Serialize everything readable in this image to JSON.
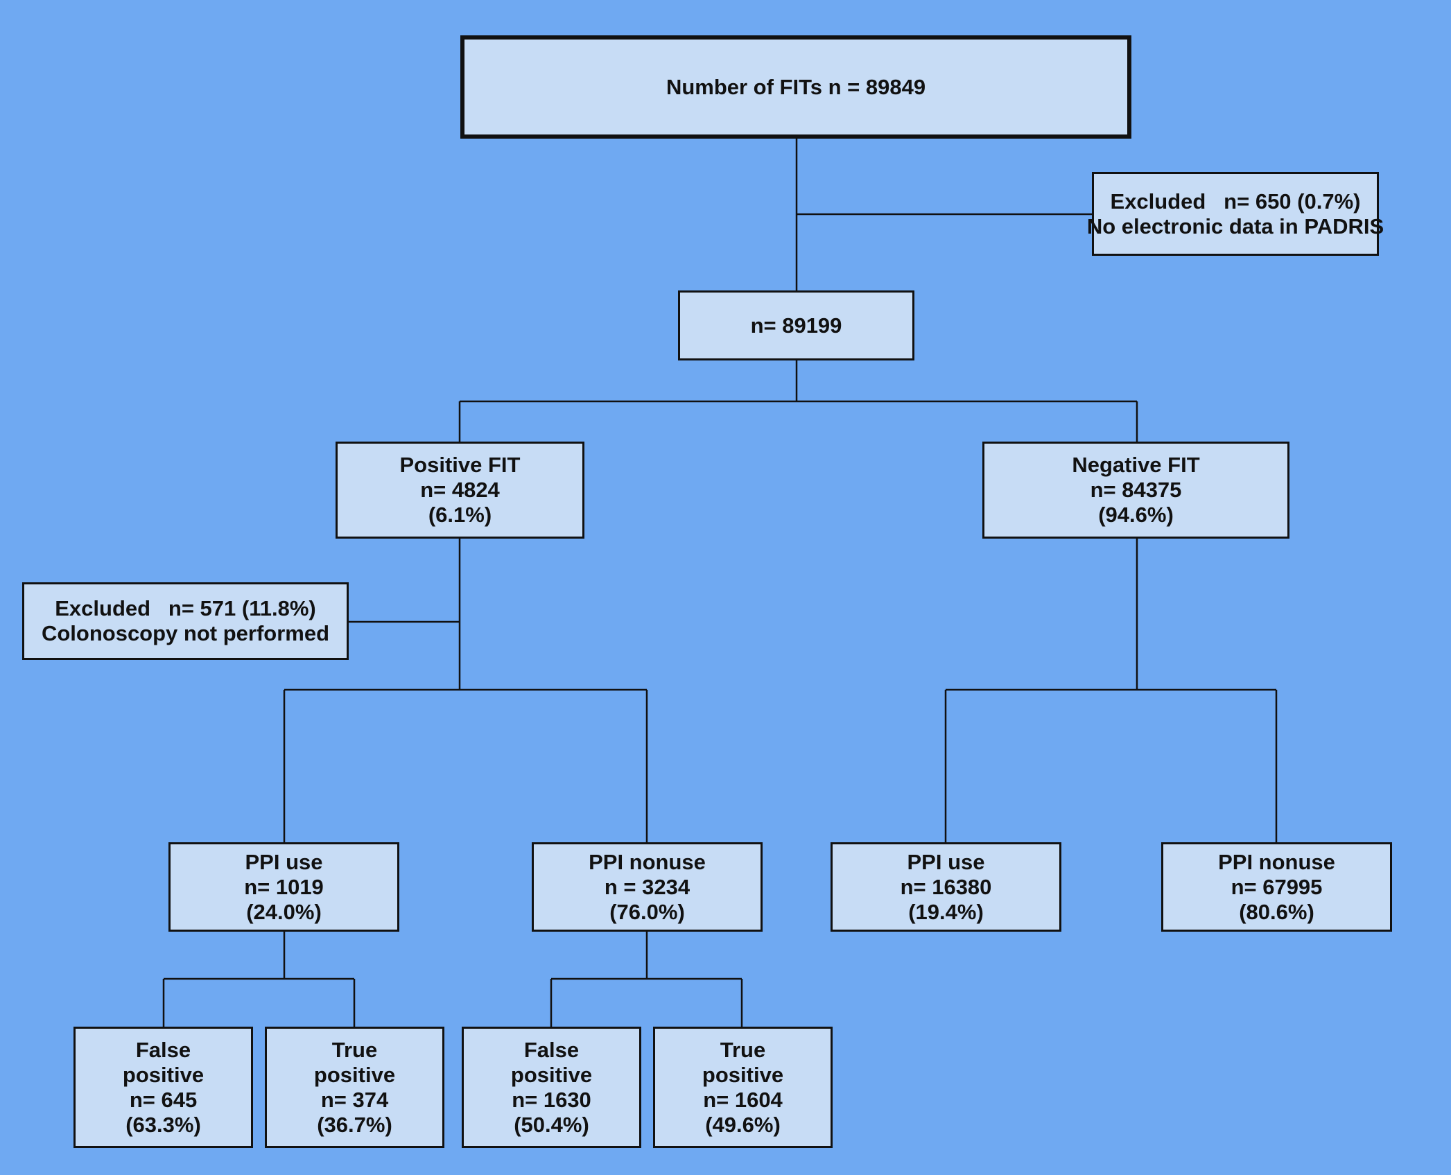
{
  "background_color": "#6fa9f2",
  "box_color": "#c7dcf5",
  "line_color": "#111111",
  "root": {
    "lines": [
      "Number of FITs n = 89849"
    ]
  },
  "excluded_top": {
    "lines": [
      "Excluded   n= 650 (0.7%)",
      "No electronic data in PADRIS"
    ]
  },
  "total": {
    "lines": [
      "n= 89199"
    ]
  },
  "positive_fit": {
    "lines": [
      "Positive FIT",
      "n= 4824",
      "(6.1%)"
    ]
  },
  "negative_fit": {
    "lines": [
      "Negative FIT",
      "n= 84375",
      "(94.6%)"
    ]
  },
  "excluded_colonoscopy": {
    "lines": [
      "Excluded   n= 571 (11.8%)",
      "Colonoscopy not performed"
    ]
  },
  "pos_ppi_use": {
    "lines": [
      "PPI use",
      "n= 1019",
      "(24.0%)"
    ]
  },
  "pos_ppi_nonuse": {
    "lines": [
      "PPI nonuse",
      "n = 3234",
      "(76.0%)"
    ]
  },
  "neg_ppi_use": {
    "lines": [
      "PPI use",
      "n= 16380",
      "(19.4%)"
    ]
  },
  "neg_ppi_nonuse": {
    "lines": [
      "PPI nonuse",
      "n= 67995",
      "(80.6%)"
    ]
  },
  "use_false_positive": {
    "lines": [
      "False",
      "positive",
      "n= 645",
      "(63.3%)"
    ]
  },
  "use_true_positive": {
    "lines": [
      "True",
      "positive",
      "n= 374",
      "(36.7%)"
    ]
  },
  "nonuse_false_positive": {
    "lines": [
      "False",
      "positive",
      "n= 1630",
      "(50.4%)"
    ]
  },
  "nonuse_true_positive": {
    "lines": [
      "True",
      "positive",
      "n= 1604",
      "(49.6%)"
    ]
  }
}
